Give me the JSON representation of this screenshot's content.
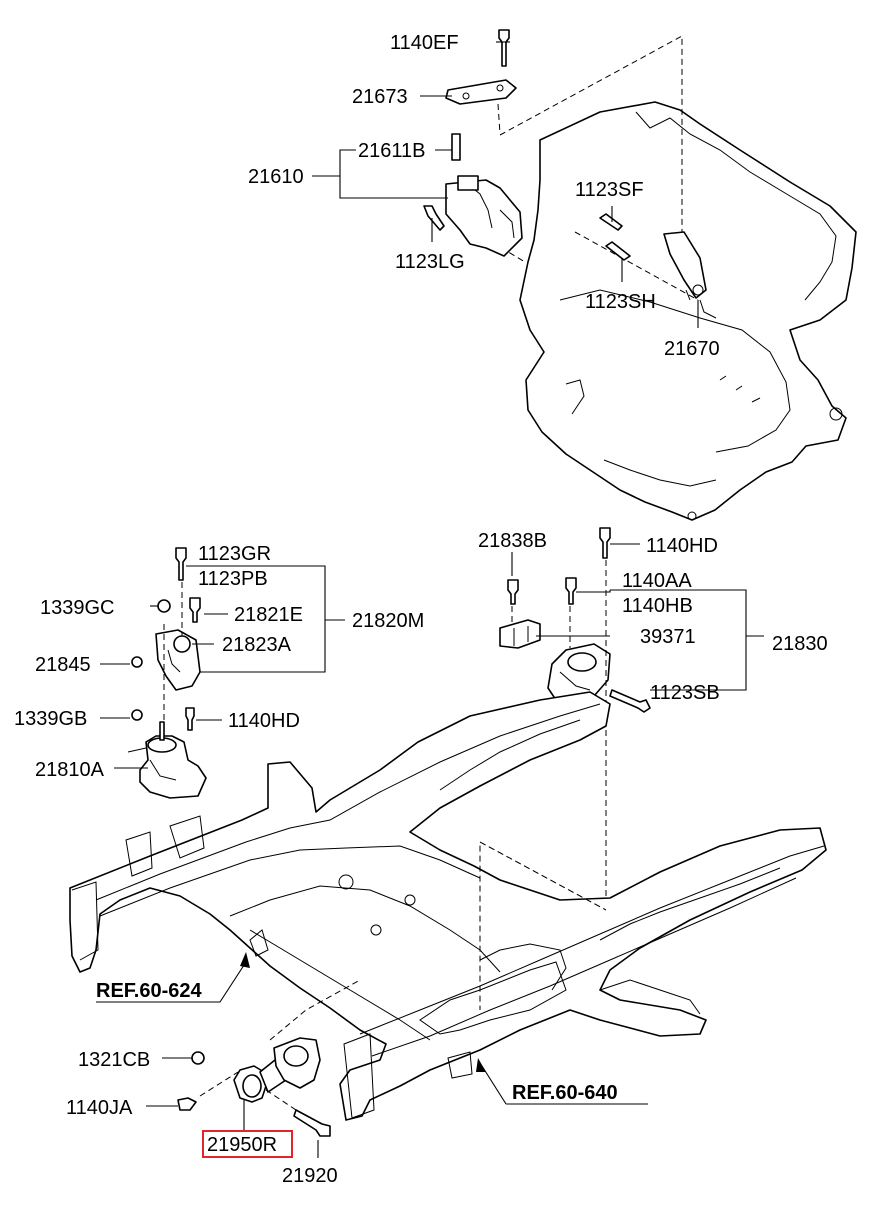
{
  "diagram": {
    "labels": {
      "l_1140EF": "1140EF",
      "l_21673": "21673",
      "l_21611B": "21611B",
      "l_21610": "21610",
      "l_1123LG": "1123LG",
      "l_1123SF": "1123SF",
      "l_1123SH": "1123SH",
      "l_21670": "21670",
      "l_21838B": "21838B",
      "l_1140HD_right": "1140HD",
      "l_1140AA": "1140AA",
      "l_1140HB": "1140HB",
      "l_39371": "39371",
      "l_21830": "21830",
      "l_1123SB": "1123SB",
      "l_1123GR": "1123GR",
      "l_1123PB": "1123PB",
      "l_1339GC": "1339GC",
      "l_21821E": "21821E",
      "l_21820M": "21820M",
      "l_21823A": "21823A",
      "l_21845": "21845",
      "l_1339GB": "1339GB",
      "l_1140HD_left": "1140HD",
      "l_21810A": "21810A",
      "l_1321CB": "1321CB",
      "l_1140JA": "1140JA",
      "l_21950R": "21950R",
      "l_21920": "21920"
    },
    "refs": {
      "ref_624": "REF.60-624",
      "ref_640": "REF.60-640"
    },
    "highlight_color": "#e0262b"
  }
}
